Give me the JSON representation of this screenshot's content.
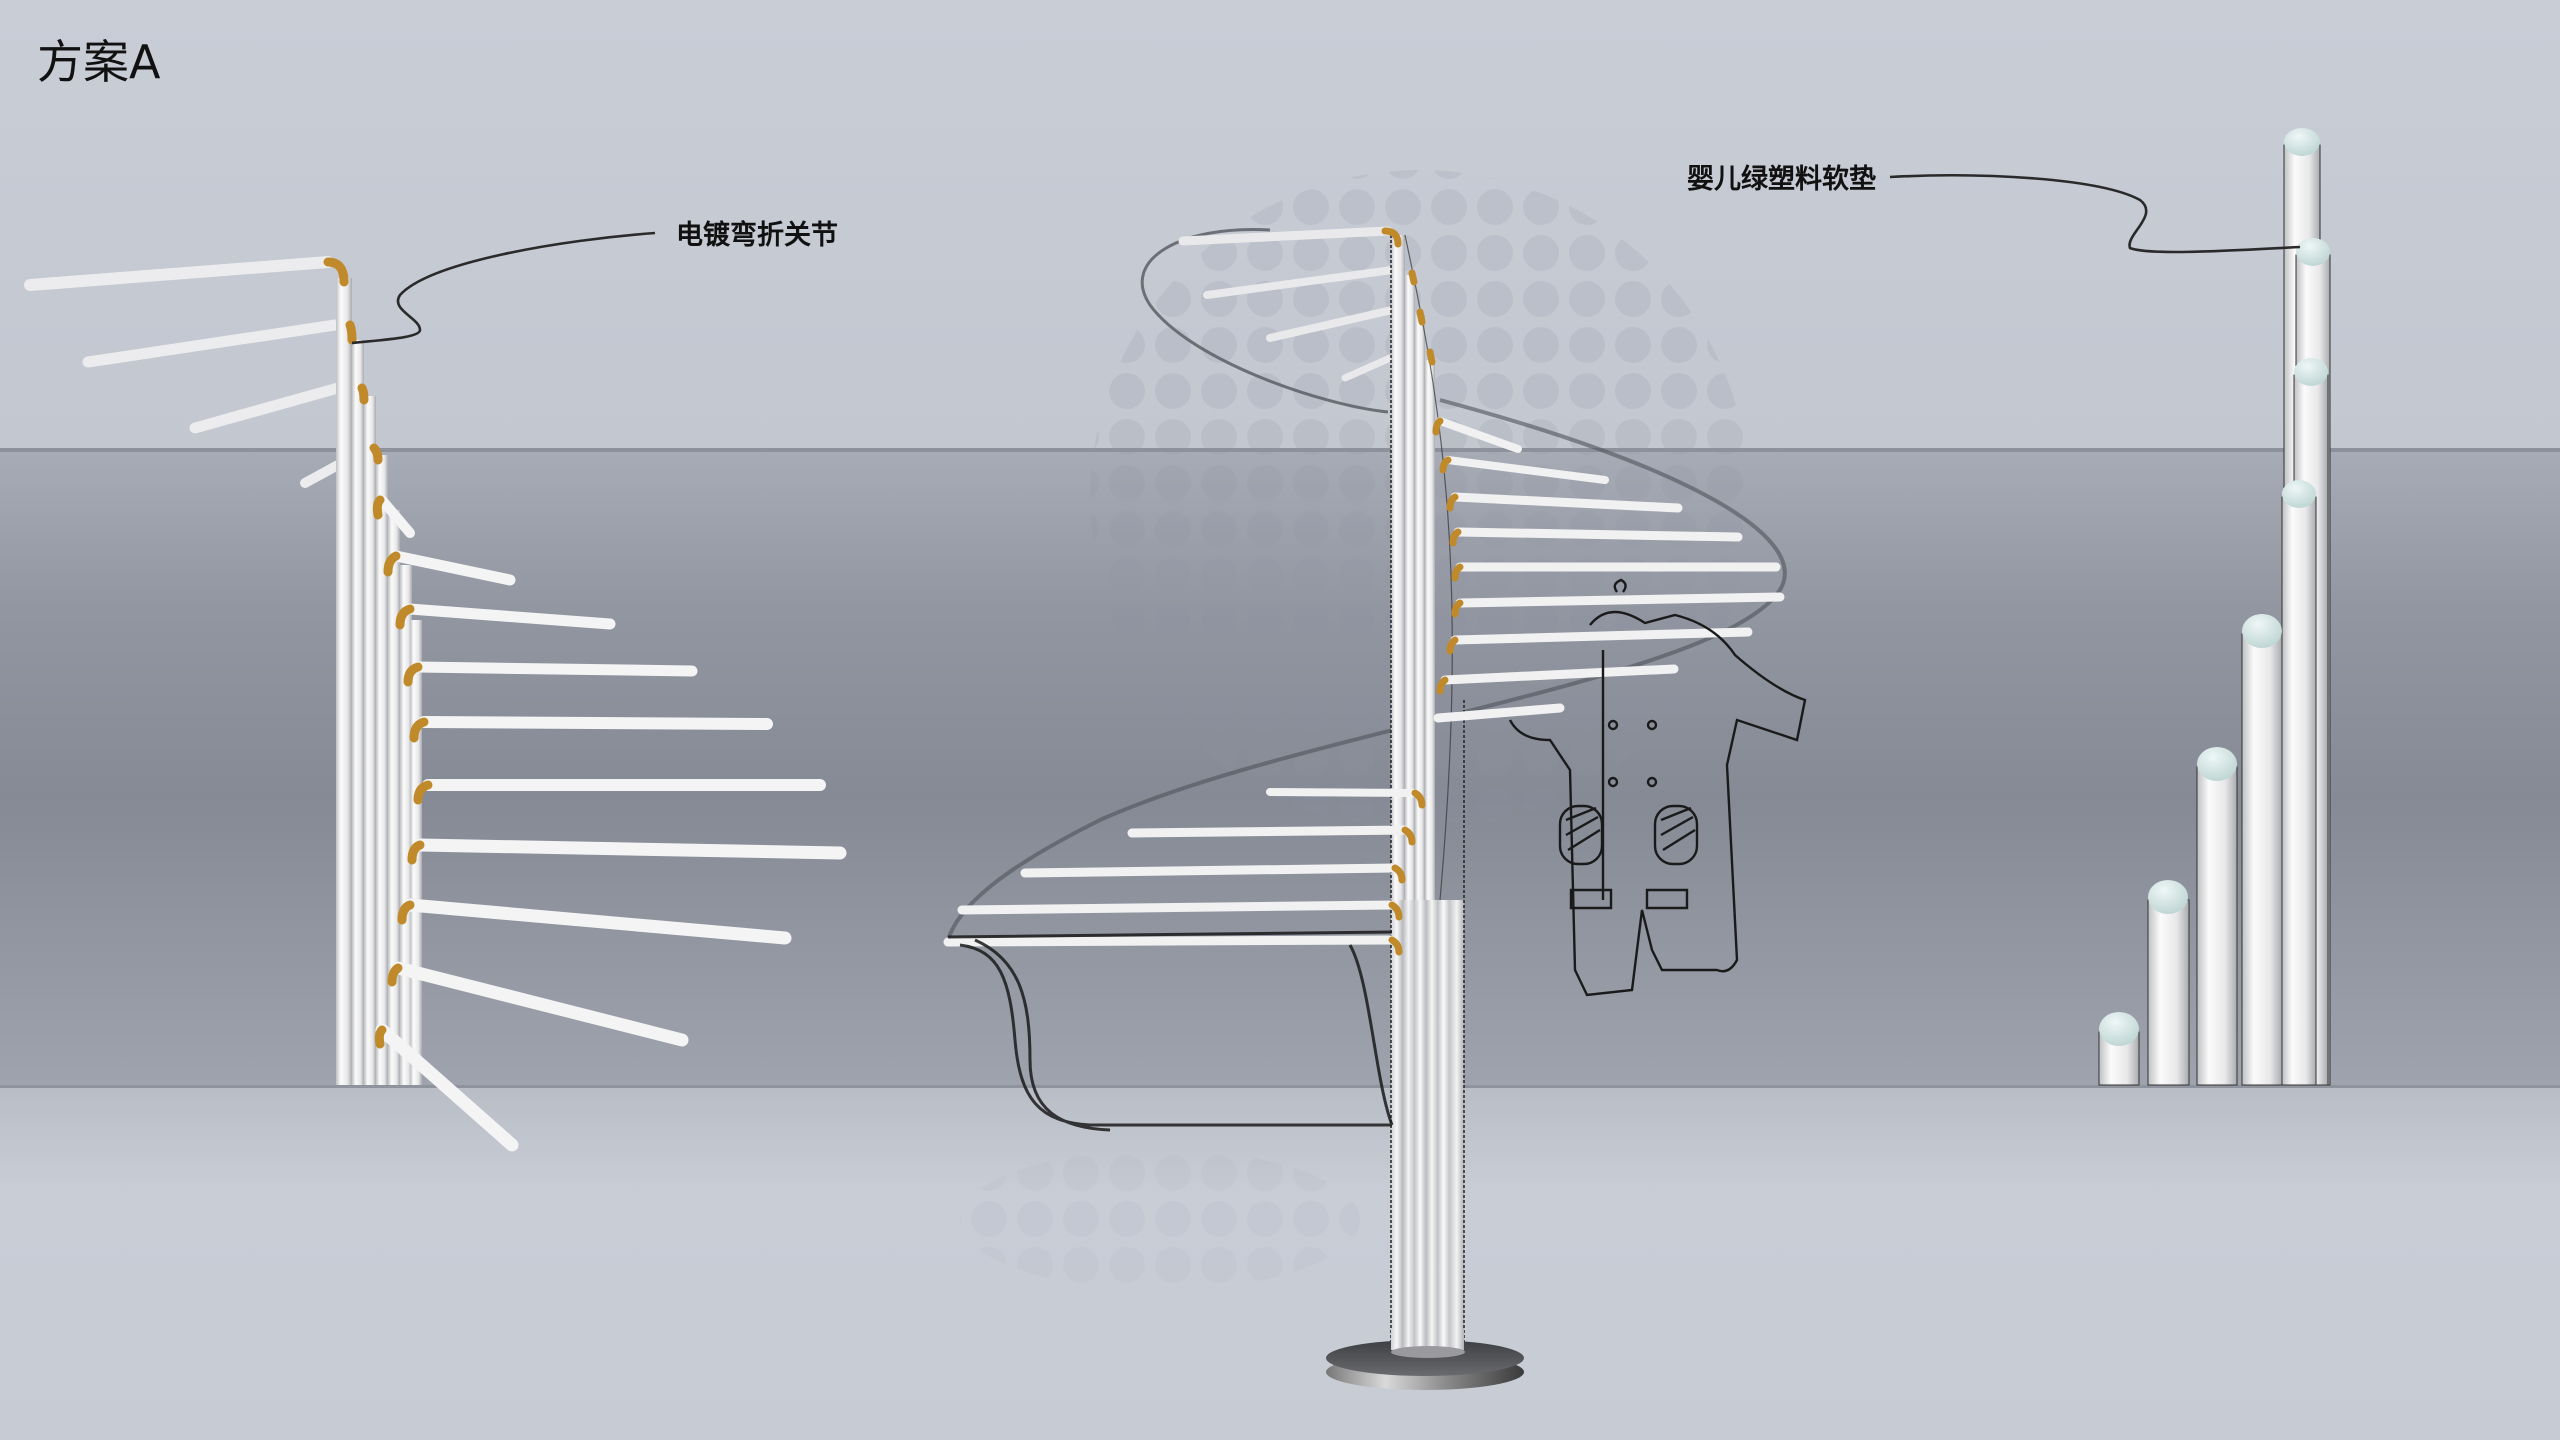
{
  "page": {
    "title": "方案A"
  },
  "callouts": [
    {
      "id": "plated-joint",
      "label": "电镀弯折关节",
      "target": "left-stand-joints"
    },
    {
      "id": "soft-pad",
      "label": "婴儿绿塑料软垫",
      "target": "right-stand-caps"
    }
  ],
  "colors": {
    "background_top": "#c9cdd6",
    "background_band": "#8a8f9a",
    "background_floor": "#c8ccd5",
    "tube_white": "#f2f2f2",
    "joint_gold": "#c08a2a",
    "cap_mint": "#d3e6e4",
    "base_metal": "#55565a",
    "sketch_ink": "#1a1a1a"
  },
  "illustrations": [
    {
      "id": "left-stand",
      "description": "Folding coat rack with plated bent joints, arms fanned out"
    },
    {
      "id": "center-stand",
      "description": "Spiral rack with round base, towel and baby romper sketch"
    },
    {
      "id": "right-stand",
      "description": "Folded state of rack, stepped tubes with mint soft caps"
    }
  ]
}
